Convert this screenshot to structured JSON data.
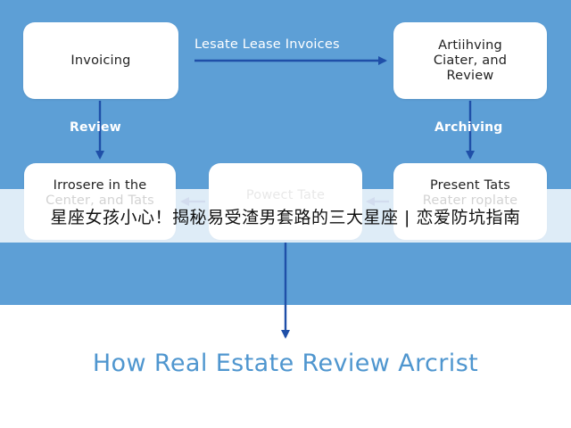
{
  "diagram": {
    "nodes": {
      "invoicing": "Invoicing",
      "archiving_review": "Artiihving\nCiater, and\nReview",
      "bottom_left": "Irrosere in the\nCenter, and Tats",
      "bottom_middle": "Powect Tate",
      "bottom_right": "Present Tats\nReater roplate"
    },
    "edges": {
      "top": "Lesate Lease Invoices",
      "left": "Review",
      "right": "Archiving"
    },
    "title": "How Real Estate Review Arcrist"
  },
  "banner": {
    "text": "星座女孩小心！揭秘易受渣男套路的三大星座 | 恋爱防坑指南"
  },
  "colors": {
    "panel": "#5d9fd6",
    "arrow": "#1f4fa8",
    "title": "#4f96cf"
  }
}
